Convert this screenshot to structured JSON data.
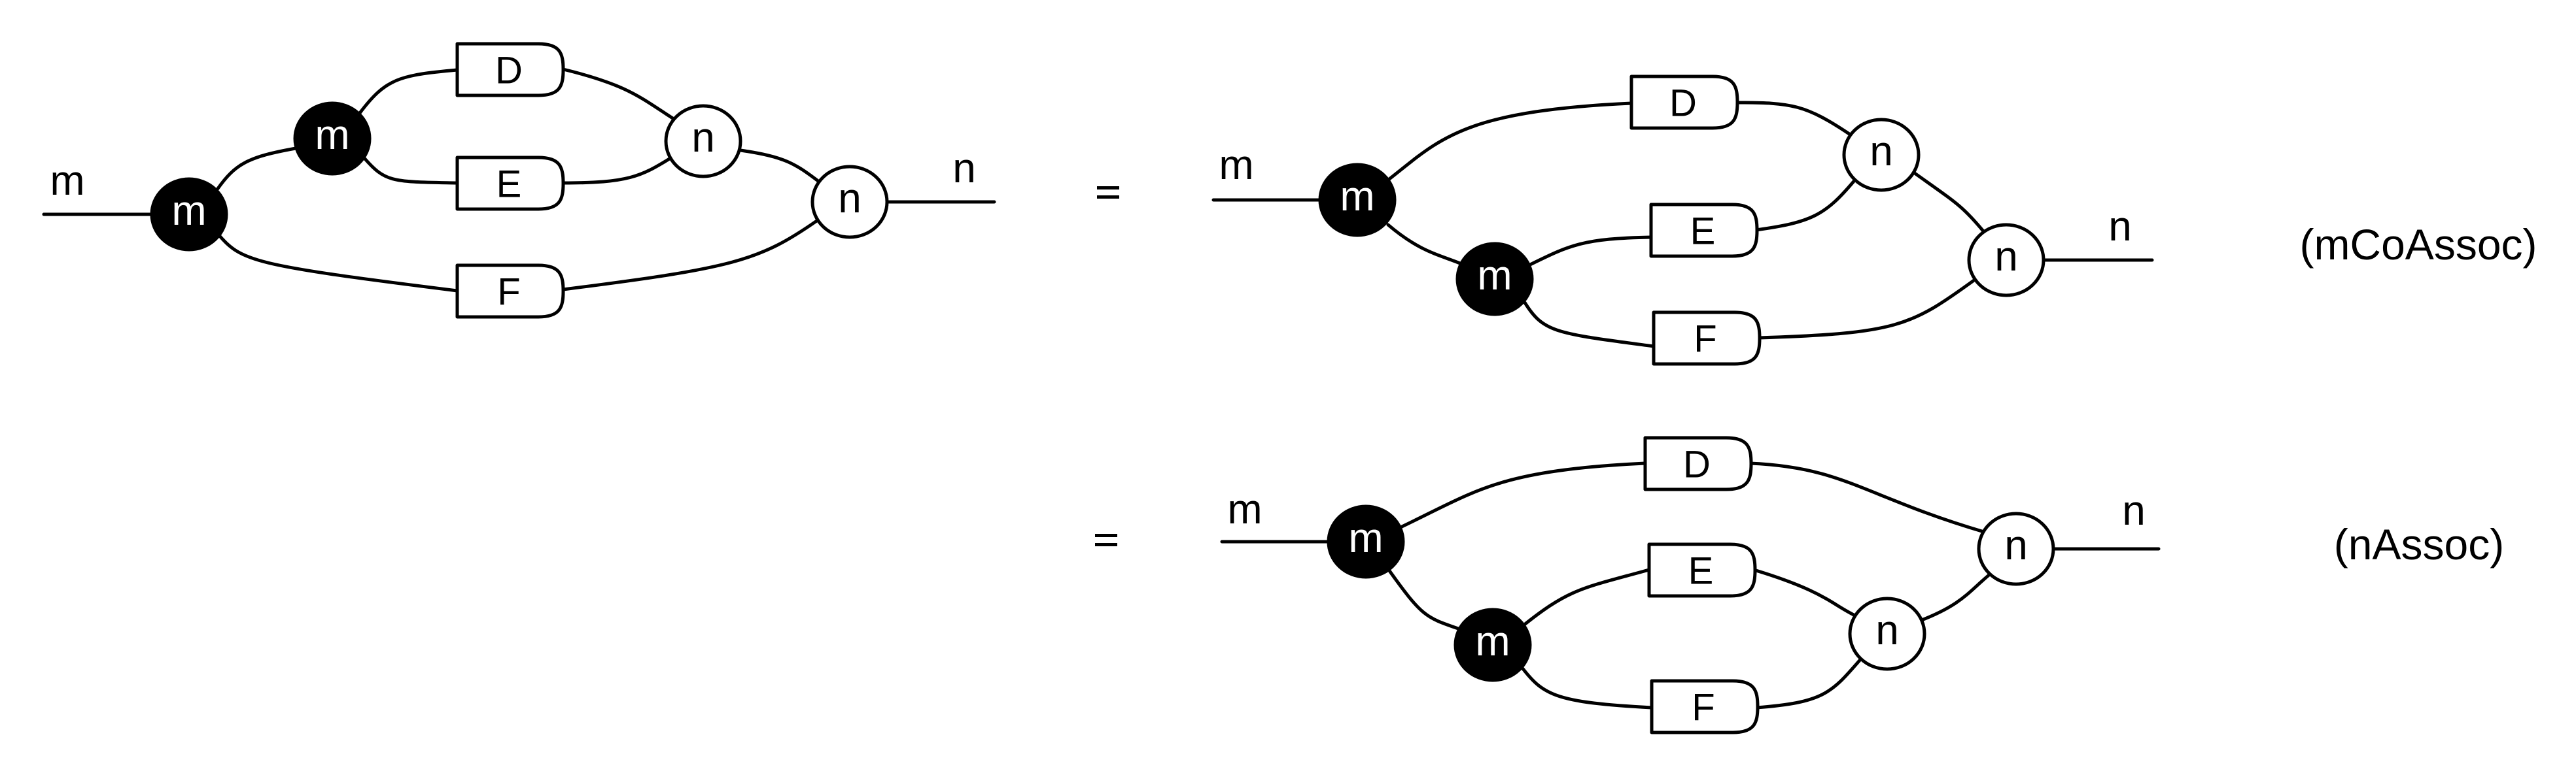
{
  "figure": {
    "equations": [
      {
        "id": "lhs",
        "input_label": "m",
        "output_label": "n",
        "nodes": [
          {
            "id": "m1",
            "kind": "black",
            "label": "m"
          },
          {
            "id": "m2",
            "kind": "black",
            "label": "m"
          },
          {
            "id": "n1",
            "kind": "white",
            "label": "n"
          },
          {
            "id": "n2",
            "kind": "white",
            "label": "n"
          }
        ],
        "boxes": [
          {
            "id": "D",
            "label": "D"
          },
          {
            "id": "E",
            "label": "E"
          },
          {
            "id": "F",
            "label": "F"
          }
        ]
      },
      {
        "id": "rhs1",
        "equals_sign": "=",
        "input_label": "m",
        "output_label": "n",
        "rule": "(mCoAssoc)",
        "nodes": [
          {
            "id": "m1",
            "kind": "black",
            "label": "m"
          },
          {
            "id": "m2",
            "kind": "black",
            "label": "m"
          },
          {
            "id": "n1",
            "kind": "white",
            "label": "n"
          },
          {
            "id": "n2",
            "kind": "white",
            "label": "n"
          }
        ],
        "boxes": [
          {
            "id": "D",
            "label": "D"
          },
          {
            "id": "E",
            "label": "E"
          },
          {
            "id": "F",
            "label": "F"
          }
        ]
      },
      {
        "id": "rhs2",
        "equals_sign": "=",
        "input_label": "m",
        "output_label": "n",
        "rule": "(nAssoc)",
        "nodes": [
          {
            "id": "m1",
            "kind": "black",
            "label": "m"
          },
          {
            "id": "m2",
            "kind": "black",
            "label": "m"
          },
          {
            "id": "n1",
            "kind": "white",
            "label": "n"
          },
          {
            "id": "n2",
            "kind": "white",
            "label": "n"
          }
        ],
        "boxes": [
          {
            "id": "D",
            "label": "D"
          },
          {
            "id": "E",
            "label": "E"
          },
          {
            "id": "F",
            "label": "F"
          }
        ]
      }
    ]
  }
}
